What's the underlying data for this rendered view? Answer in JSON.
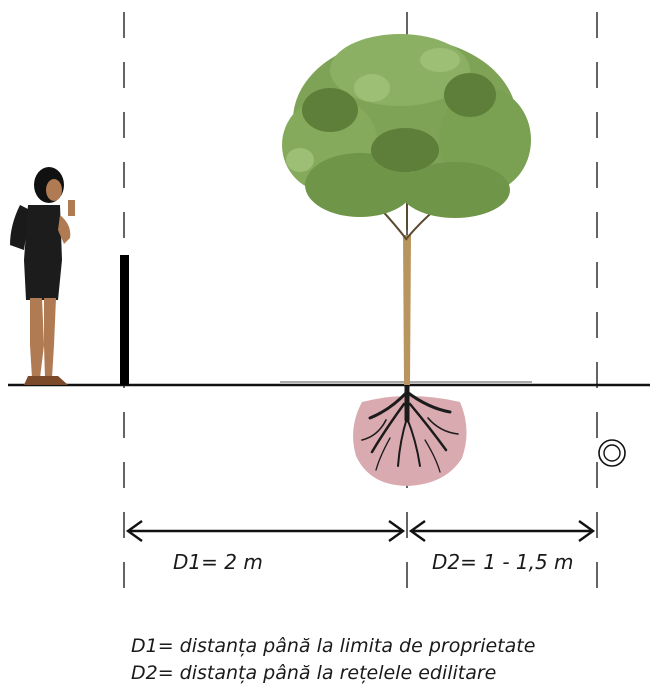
{
  "dimensions": {
    "d1_label": "D1= 2 m",
    "d2_label": "D2= 1 - 1,5 m"
  },
  "legend": {
    "line1": "D1= distanța până la limita de proprietate",
    "line2": "D2= distanța până la rețelele edilitare"
  },
  "colors": {
    "foliage": "#7fa356",
    "foliage_dark": "#5d7f3a",
    "root_zone": "#d9aab0",
    "trunk": "#b8955e",
    "ground": "#111111"
  },
  "icons": [
    "person-figure",
    "fence-post-icon",
    "tree-icon",
    "root-zone-icon",
    "utility-pipe-icon",
    "arrow-icon"
  ]
}
